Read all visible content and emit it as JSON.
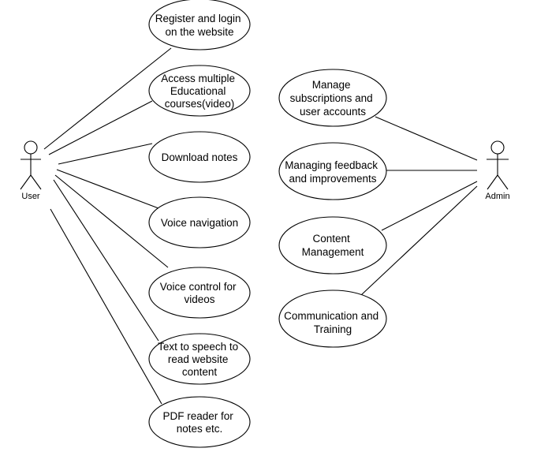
{
  "actors": {
    "user": "User",
    "admin": "Admin"
  },
  "use_cases": [
    {
      "id": "register-login",
      "lines": [
        "Register and login",
        "on the website"
      ]
    },
    {
      "id": "access-courses",
      "lines": [
        "Access multiple",
        "Educational",
        "courses(video)"
      ]
    },
    {
      "id": "download-notes",
      "lines": [
        "Download notes"
      ]
    },
    {
      "id": "voice-navigation",
      "lines": [
        "Voice navigation"
      ]
    },
    {
      "id": "voice-control-videos",
      "lines": [
        "Voice control for",
        "videos"
      ]
    },
    {
      "id": "text-to-speech",
      "lines": [
        "Text to speech to",
        "read website",
        "content"
      ]
    },
    {
      "id": "pdf-reader",
      "lines": [
        "PDF reader for",
        "notes etc."
      ]
    },
    {
      "id": "manage-subscriptions",
      "lines": [
        "Manage",
        "subscriptions and",
        "user accounts"
      ]
    },
    {
      "id": "managing-feedback",
      "lines": [
        "Managing feedback",
        "and improvements"
      ]
    },
    {
      "id": "content-management",
      "lines": [
        "Content",
        "Management"
      ]
    },
    {
      "id": "communication-training",
      "lines": [
        "Communication and",
        "Training"
      ]
    }
  ]
}
